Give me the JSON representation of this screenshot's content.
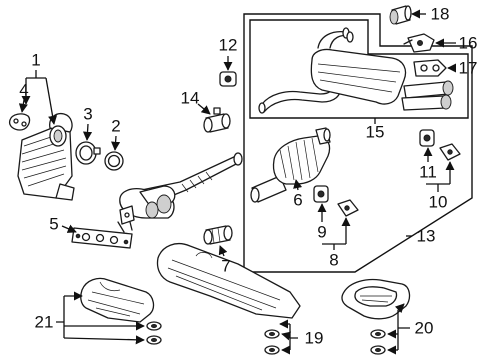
{
  "callouts": {
    "c1": "1",
    "c2": "2",
    "c3": "3",
    "c4": "4",
    "c5": "5",
    "c6": "6",
    "c7": "7",
    "c8": "8",
    "c9": "9",
    "c10": "10",
    "c11": "11",
    "c12": "12",
    "c13": "13",
    "c14": "14",
    "c15": "15",
    "c16": "16",
    "c17": "17",
    "c18": "18",
    "c19": "19",
    "c20": "20",
    "c21": "21"
  },
  "colors": {
    "line": "#1a1a1a",
    "shade": "#cfcfcf",
    "background": "#ffffff"
  }
}
